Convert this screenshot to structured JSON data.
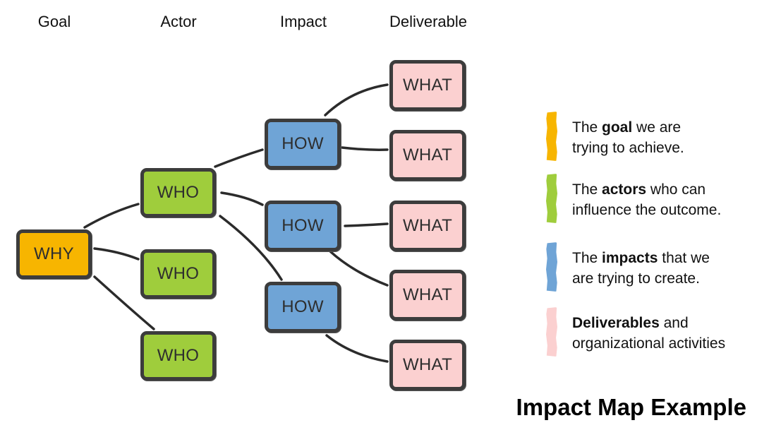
{
  "columns": {
    "goal": "Goal",
    "actor": "Actor",
    "impact": "Impact",
    "deliverable": "Deliverable"
  },
  "nodes": {
    "why": "WHY",
    "who": [
      "WHO",
      "WHO",
      "WHO"
    ],
    "how": [
      "HOW",
      "HOW",
      "HOW"
    ],
    "what": [
      "WHAT",
      "WHAT",
      "WHAT",
      "WHAT",
      "WHAT"
    ]
  },
  "legend": [
    {
      "pre": "The ",
      "bold": "goal",
      "post1": " we are",
      "line2": "trying to achieve.",
      "color": "#f7b500"
    },
    {
      "pre": "The ",
      "bold": "actors",
      "post1": " who can",
      "line2": "influence the outcome.",
      "color": "#9fcd3c"
    },
    {
      "pre": "The ",
      "bold": "impacts",
      "post1": " that we",
      "line2": "are trying to create.",
      "color": "#6fa4d6"
    },
    {
      "pre": "",
      "bold": "Deliverables",
      "post1": " and",
      "line2": "organizational activities",
      "color": "#fbd0d0"
    }
  ],
  "title": "Impact Map Example",
  "colors": {
    "goal": "#f7b500",
    "actor": "#9fcd3c",
    "impact": "#6fa4d6",
    "deliverable": "#fbd0d0",
    "border": "#3c3c3c"
  }
}
